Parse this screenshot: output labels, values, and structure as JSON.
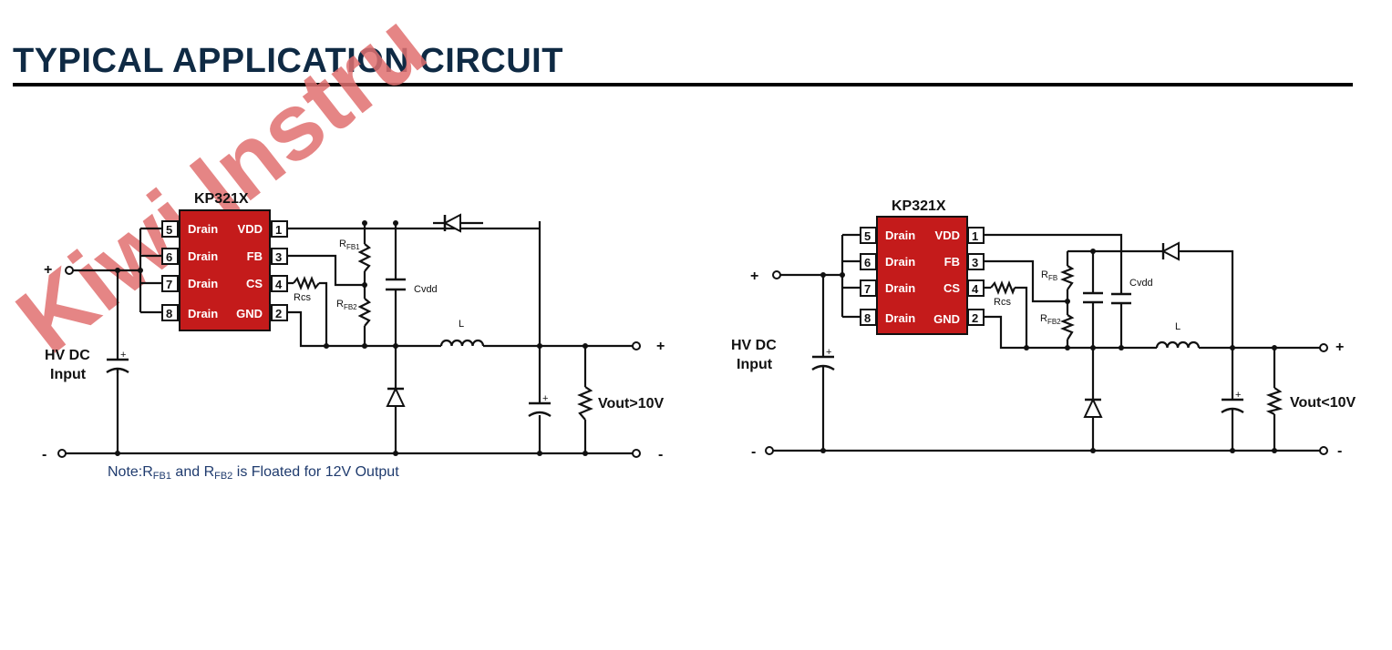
{
  "page": {
    "title": "TYPICAL APPLICATION CIRCUIT",
    "watermark": "Kiwi Instru"
  },
  "left_circuit": {
    "chip_name": "KP321X",
    "pins_left": [
      {
        "num": "5",
        "label": "Drain"
      },
      {
        "num": "6",
        "label": "Drain"
      },
      {
        "num": "7",
        "label": "Drain"
      },
      {
        "num": "8",
        "label": "Drain"
      }
    ],
    "pins_right": [
      {
        "num": "1",
        "label": "VDD"
      },
      {
        "num": "3",
        "label": "FB"
      },
      {
        "num": "4",
        "label": "CS"
      },
      {
        "num": "2",
        "label": "GND"
      }
    ],
    "input_plus": "+",
    "input_minus": "-",
    "input_label_1": "HV DC",
    "input_label_2": "Input",
    "rfb1": "R",
    "rfb1_sub": "FB1",
    "rfb2": "R",
    "rfb2_sub": "FB2",
    "rcs": "Rcs",
    "cvdd": "Cvdd",
    "inductor": "L",
    "output_plus": "+",
    "output_minus": "-",
    "vout_label": "Vout>10V",
    "note_prefix": "Note:R",
    "note_sub1": "FB1",
    "note_and": " and R",
    "note_sub2": "FB2",
    "note_suffix": " is Floated for 12V Output"
  },
  "right_circuit": {
    "chip_name": "KP321X",
    "pins_left": [
      {
        "num": "5",
        "label": "Drain"
      },
      {
        "num": "6",
        "label": "Drain"
      },
      {
        "num": "7",
        "label": "Drain"
      },
      {
        "num": "8",
        "label": "Drain"
      }
    ],
    "pins_right": [
      {
        "num": "1",
        "label": "VDD"
      },
      {
        "num": "3",
        "label": "FB"
      },
      {
        "num": "4",
        "label": "CS"
      },
      {
        "num": "2",
        "label": "GND"
      }
    ],
    "input_plus": "+",
    "input_minus": "-",
    "input_label_1": "HV DC",
    "input_label_2": "Input",
    "rfb1": "R",
    "rfb1_sub": "FB",
    "rfb2": "R",
    "rfb2_sub": "FB2",
    "rcs": "Rcs",
    "cvdd": "Cvdd",
    "inductor": "L",
    "output_plus": "+",
    "output_minus": "-",
    "vout_label": "Vout<10V"
  }
}
